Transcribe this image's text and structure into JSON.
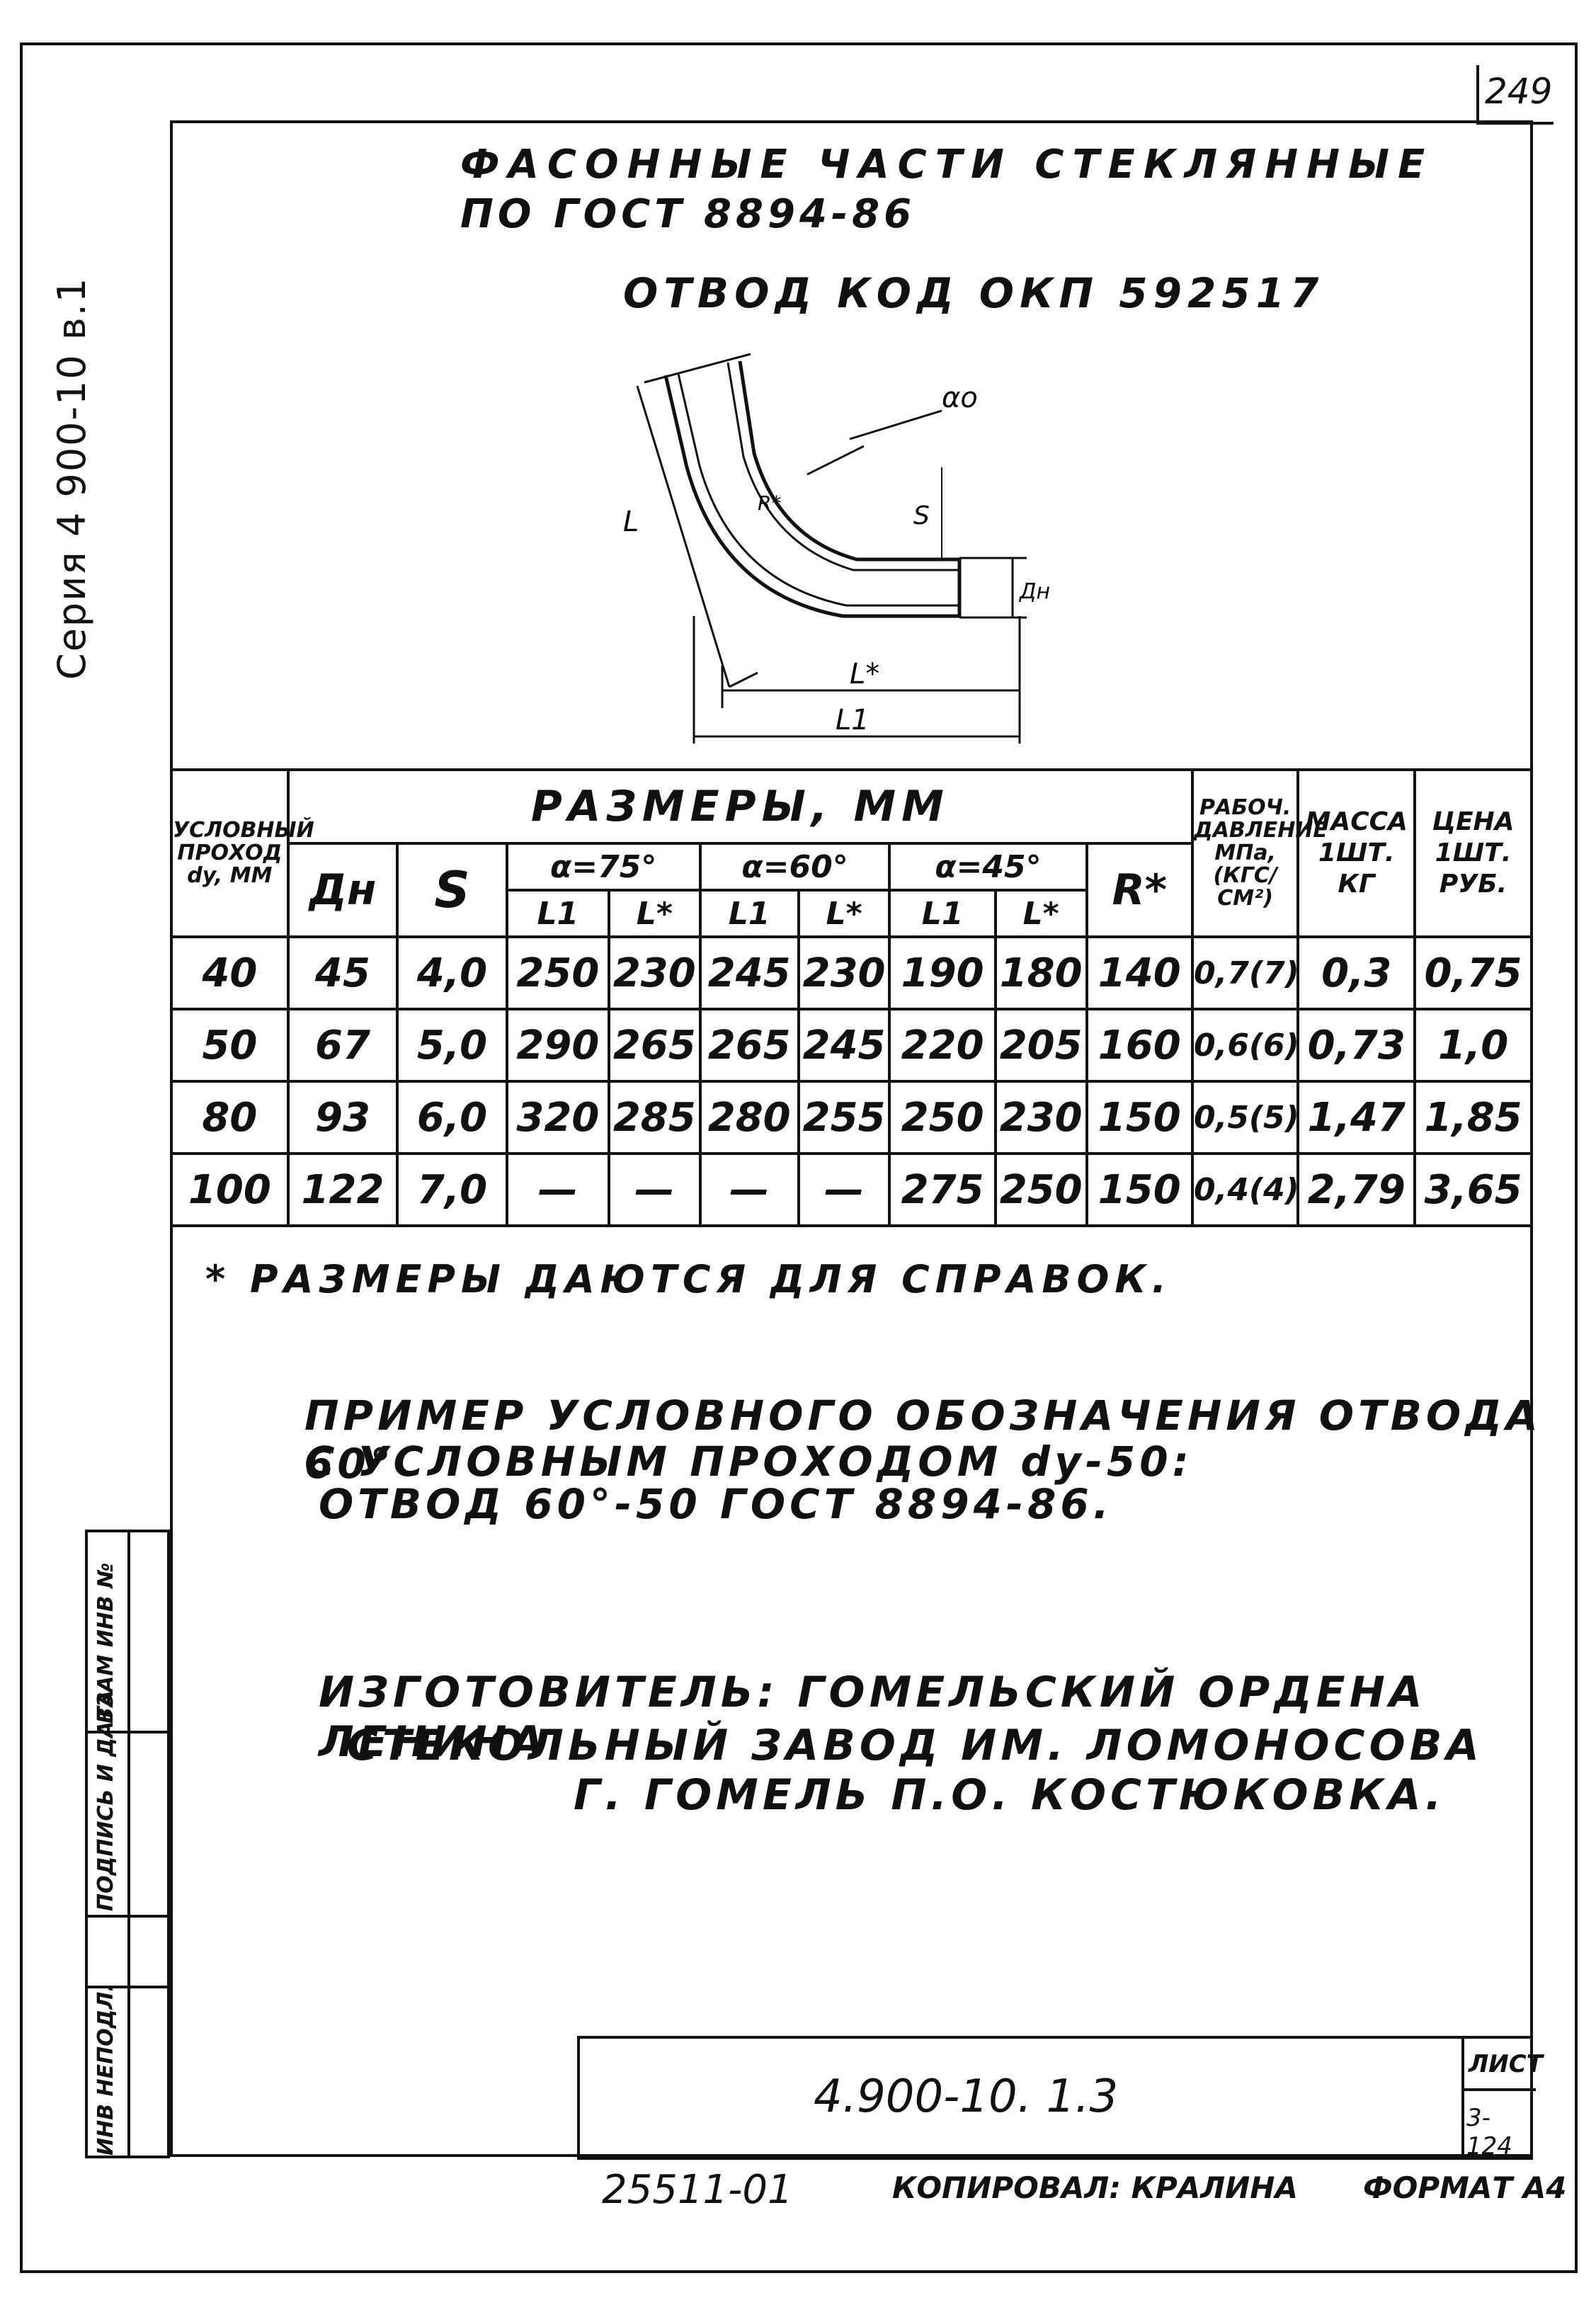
{
  "page_number": "249",
  "series_label": "Серия 4 900-10 в.1",
  "header": {
    "line1": "ФАСОННЫЕ ЧАСТИ СТЕКЛЯННЫЕ",
    "line2": "ПО ГОСТ 8894-86",
    "subtitle": "ОТВОД КОД ОКП 592517"
  },
  "drawing_labels": {
    "alpha": "αо",
    "s": "S",
    "dn": "Дн",
    "l_star": "L*",
    "l1": "L1",
    "l": "L",
    "r": "R*"
  },
  "table": {
    "h_passage": "УСЛОВНЫЙ ПРОХОД dy, ММ",
    "h_dimensions": "РАЗМЕРЫ, ММ",
    "h_pressure": "РАБОЧ. ДАВЛЕНИЕ МПа, (КГС/СМ²)",
    "h_mass": "МАССА 1ШТ. КГ",
    "h_price": "ЦЕНА 1ШТ. РУБ.",
    "h_dn": "Дн",
    "h_s": "S",
    "h_a75": "α=75°",
    "h_a60": "α=60°",
    "h_a45": "α=45°",
    "h_r": "R*",
    "h_l1_75": "L1",
    "h_ls_75": "L*",
    "h_l1_60": "L1",
    "h_ls_60": "L*",
    "h_l1_45": "L1",
    "h_ls_45": "L*",
    "rows": [
      {
        "dy": "40",
        "dn": "45",
        "s": "4,0",
        "l1_75": "250",
        "ls_75": "230",
        "l1_60": "245",
        "ls_60": "230",
        "l1_45": "190",
        "ls_45": "180",
        "r": "140",
        "p": "0,7(7)",
        "m": "0,3",
        "c": "0,75"
      },
      {
        "dy": "50",
        "dn": "67",
        "s": "5,0",
        "l1_75": "290",
        "ls_75": "265",
        "l1_60": "265",
        "ls_60": "245",
        "l1_45": "220",
        "ls_45": "205",
        "r": "160",
        "p": "0,6(6)",
        "m": "0,73",
        "c": "1,0"
      },
      {
        "dy": "80",
        "dn": "93",
        "s": "6,0",
        "l1_75": "320",
        "ls_75": "285",
        "l1_60": "280",
        "ls_60": "255",
        "l1_45": "250",
        "ls_45": "230",
        "r": "150",
        "p": "0,5(5)",
        "m": "1,47",
        "c": "1,85"
      },
      {
        "dy": "100",
        "dn": "122",
        "s": "7,0",
        "l1_75": "—",
        "ls_75": "—",
        "l1_60": "—",
        "ls_60": "—",
        "l1_45": "275",
        "ls_45": "250",
        "r": "150",
        "p": "0,4(4)",
        "m": "2,79",
        "c": "3,65"
      }
    ]
  },
  "footnote": "* РАЗМЕРЫ ДАЮТСЯ ДЛЯ СПРАВОК.",
  "example": {
    "line1": "ПРИМЕР УСЛОВНОГО ОБОЗНАЧЕНИЯ ОТВОДА 60°",
    "line2": "С УСЛОВНЫМ ПРОХОДОМ dy-50:",
    "line3": "ОТВОД 60°-50 ГОСТ 8894-86."
  },
  "manufacturer": {
    "line1": "ИЗГОТОВИТЕЛЬ: ГОМЕЛЬСКИЙ ОРДЕНА ЛЕНИНА",
    "line2": "СТЕКОЛЬНЫЙ ЗАВОД ИМ. ЛОМОНОСОВА",
    "line3": "Г. ГОМЕЛЬ П.О. КОСТЮКОВКА."
  },
  "side_stamp": {
    "c1": "ИНВ НЕПОДЛ.",
    "c2": "ПОДПИСЬ И ДАТА",
    "c3": "ВЗАМ ИНВ №"
  },
  "title_block": {
    "code": "4.900-10. 1.3",
    "sheet_label": "ЛИСТ",
    "sheet_no": "3-124"
  },
  "bottom": {
    "archive_no": "25511-01",
    "copied": "КОПИРОВАЛ: КРАЛИНА",
    "format": "ФОРМАТ А4"
  }
}
